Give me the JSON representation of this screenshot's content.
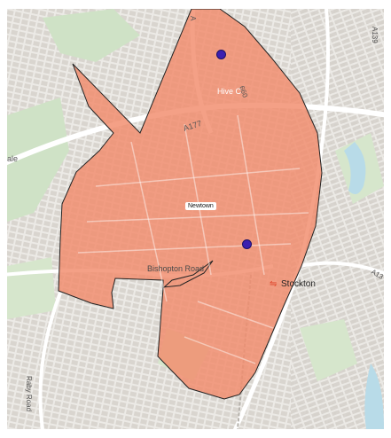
{
  "map": {
    "place_labels": {
      "newtown": "Newtown",
      "bishopton_road": "Bishopton Road",
      "hive_close": "Hive C",
      "stockton": "Stockton",
      "ale": "ale",
      "raby_road": "Raby Road"
    },
    "road_labels": {
      "a177": "A177",
      "a139": "A139",
      "a13": "A13",
      "a_north": "A",
      "road_660": "660"
    },
    "icons": {
      "rail": "rail-station-icon"
    },
    "colors": {
      "background": "#eceae6",
      "building": "#d9d5cf",
      "green": "#cfe2c6",
      "water": "#b8dbe8",
      "highlight_fill": "#f28b6b",
      "highlight_stroke": "#222222",
      "marker": "#3b1fb0",
      "rail": "#e0442a"
    },
    "markers": [
      {
        "id": "north"
      },
      {
        "id": "central"
      }
    ]
  }
}
